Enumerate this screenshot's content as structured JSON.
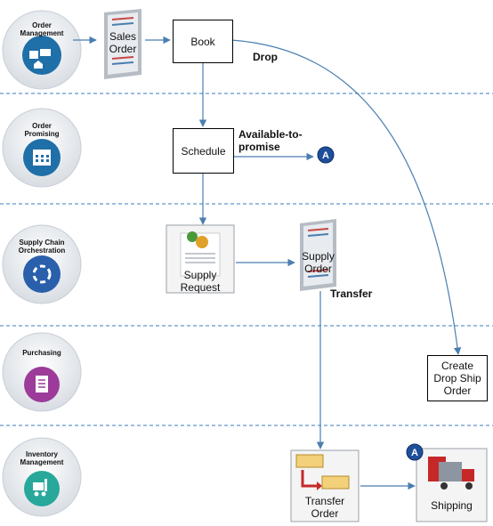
{
  "lanes": [
    {
      "name": "Order\nManagement"
    },
    {
      "name": "Order\nPromising"
    },
    {
      "name": "Supply Chain\nOrchestration"
    },
    {
      "name": "Purchasing"
    },
    {
      "name": "Inventory\nManagement"
    }
  ],
  "nodes": {
    "sales_order": "Sales\nOrder",
    "book": "Book",
    "schedule": "Schedule",
    "supply_request": "Supply\nRequest",
    "supply_order": "Supply\nOrder",
    "create_drop_ship_order": "Create\nDrop Ship\nOrder",
    "transfer_order": "Transfer\nOrder",
    "shipping": "Shipping"
  },
  "edge_labels": {
    "drop": "Drop",
    "available_to_promise": "Available-to-\npromise",
    "transfer": "Transfer"
  },
  "connectors": {
    "a_out": "A",
    "a_in": "A"
  },
  "colors": {
    "lane_circle": "#1f6fa8",
    "icon_blue": "#3a78c2",
    "icon_purple": "#9c3b9a",
    "icon_teal": "#27a89a",
    "arrow": "#4a7eb0",
    "dash": "#3b7bbd"
  }
}
